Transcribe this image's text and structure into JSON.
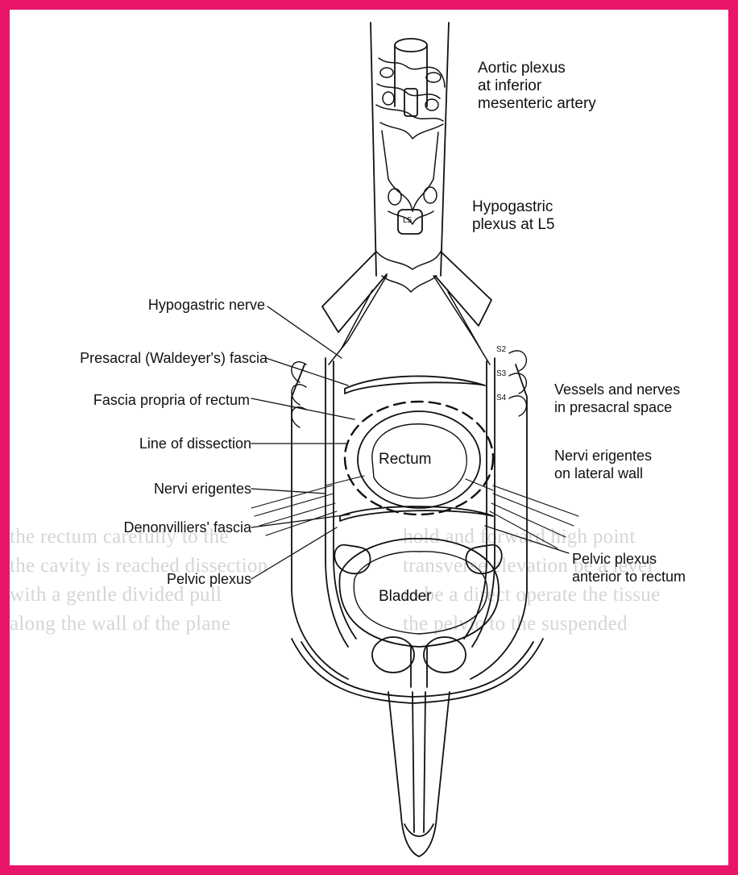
{
  "labels": {
    "aortic_plexus": [
      "Aortic plexus",
      "at inferior",
      "mesenteric artery"
    ],
    "hypogastric_plexus": [
      "Hypogastric",
      "plexus at L5"
    ],
    "hypogastric_nerve": "Hypogastric nerve",
    "presacral_fascia": "Presacral (Waldeyer's) fascia",
    "fascia_propria": "Fascia propria of rectum",
    "line_of_dissection": "Line of dissection",
    "nervi_erigentes": "Nervi erigentes",
    "denonvilliers_fascia": "Denonvilliers' fascia",
    "pelvic_plexus": "Pelvic plexus",
    "vessels_nerves": [
      "Vessels and nerves",
      "in presacral space"
    ],
    "nervi_erigentes_lateral": [
      "Nervi erigentes",
      "on lateral wall"
    ],
    "pelvic_plexus_anterior": [
      "Pelvic plexus",
      "anterior to rectum"
    ],
    "rectum": "Rectum",
    "bladder": "Bladder",
    "l5": "L5",
    "s2": "S2",
    "s3": "S3",
    "s4": "S4"
  },
  "colors": {
    "frame": "#e8156b",
    "ink": "#111111"
  }
}
